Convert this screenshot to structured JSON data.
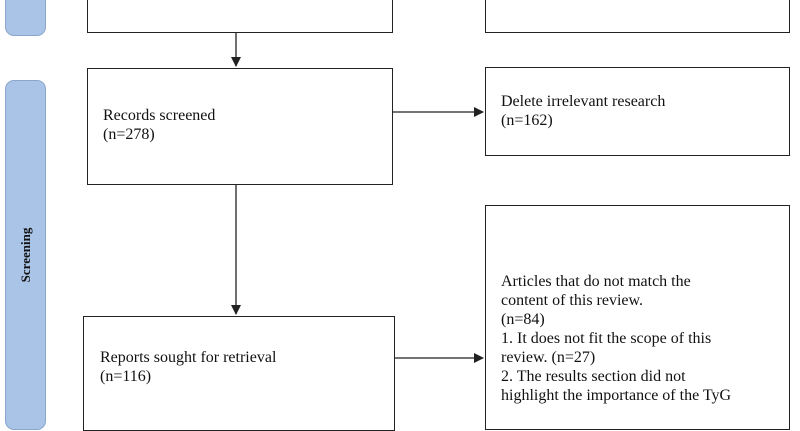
{
  "stages": {
    "screening": "Screening"
  },
  "boxes": {
    "screened": {
      "line1": "Records screened",
      "line2": "(n=278)"
    },
    "delete": {
      "line1": "Delete irrelevant research",
      "line2": "(n=162)"
    },
    "retrieval": {
      "line1": "Reports sought for retrieval",
      "line2": "(n=116)"
    },
    "excluded": {
      "lines": [
        "Articles that do not match the",
        "content of this review.",
        "(n=84)",
        "1. It does not fit the scope of this",
        "review. (n=27)",
        "2. The results section did not",
        "highlight the importance of the TyG"
      ]
    }
  }
}
